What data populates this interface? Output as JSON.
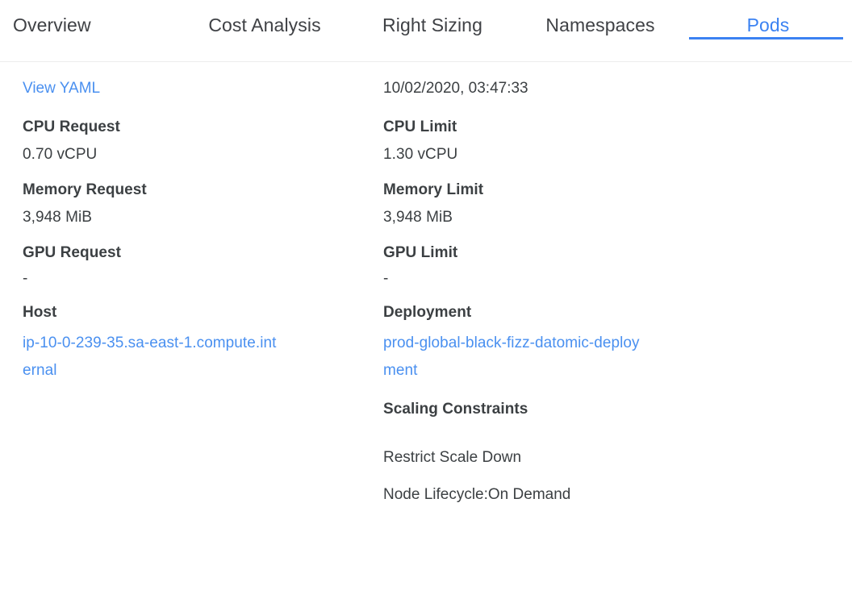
{
  "tabs": [
    {
      "label": "Overview",
      "active": false
    },
    {
      "label": "Cost Analysis",
      "active": false
    },
    {
      "label": "Right Sizing",
      "active": false
    },
    {
      "label": "Namespaces",
      "active": false
    },
    {
      "label": "Pods",
      "active": true
    }
  ],
  "colors": {
    "link": "#4a90f0",
    "active_tab": "#3b82f2",
    "text": "#3c4043",
    "divider": "#ededed"
  },
  "details": {
    "view_yaml_label": "View YAML",
    "timestamp": "10/02/2020, 03:47:33",
    "cpu_request": {
      "label": "CPU Request",
      "value": "0.70 vCPU"
    },
    "cpu_limit": {
      "label": "CPU Limit",
      "value": "1.30 vCPU"
    },
    "memory_request": {
      "label": "Memory Request",
      "value": "3,948 MiB"
    },
    "memory_limit": {
      "label": "Memory Limit",
      "value": "3,948 MiB"
    },
    "gpu_request": {
      "label": "GPU Request",
      "value": "-"
    },
    "gpu_limit": {
      "label": "GPU Limit",
      "value": "-"
    },
    "host": {
      "label": "Host",
      "value": "ip-10-0-239-35.sa-east-1.compute.internal"
    },
    "deployment": {
      "label": "Deployment",
      "value": "prod-global-black-fizz-datomic-deployment"
    },
    "scaling_constraints": {
      "label": "Scaling Constraints",
      "lines": [
        "Restrict Scale Down",
        "Node Lifecycle:On Demand"
      ]
    }
  }
}
